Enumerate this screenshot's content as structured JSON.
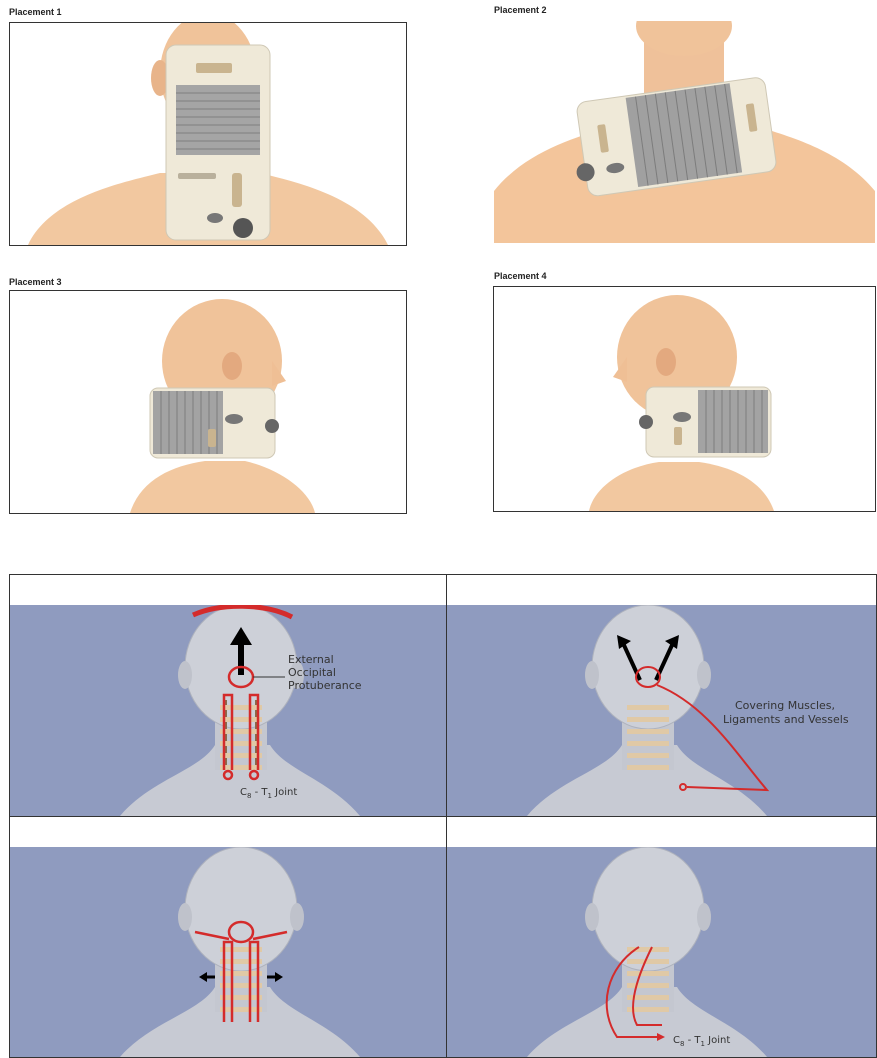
{
  "placements": [
    {
      "label": "Placement 1"
    },
    {
      "label": "Placement 2"
    },
    {
      "label": "Placement 3"
    },
    {
      "label": "Placement 4"
    }
  ],
  "diagrams": {
    "panel1": {
      "line1": "External",
      "line2": "Occipital",
      "line3": "Protuberance",
      "joint_main": "C",
      "joint_sub1": "8",
      "joint_mid": " - T",
      "joint_sub2": "1",
      "joint_end": " Joint"
    },
    "panel2": {
      "line1": "Covering Muscles,",
      "line2": "Ligaments and Vessels"
    },
    "panel4": {
      "joint_main": "C",
      "joint_sub1": "8",
      "joint_mid": " - T",
      "joint_sub2": "1",
      "joint_end": " Joint"
    }
  },
  "colors": {
    "skin": "#f2c8a0",
    "device": "#efe9d8",
    "mesh": "#9a9a9a",
    "panel_bg": "#8f9bbf",
    "red": "#d42b2b"
  }
}
